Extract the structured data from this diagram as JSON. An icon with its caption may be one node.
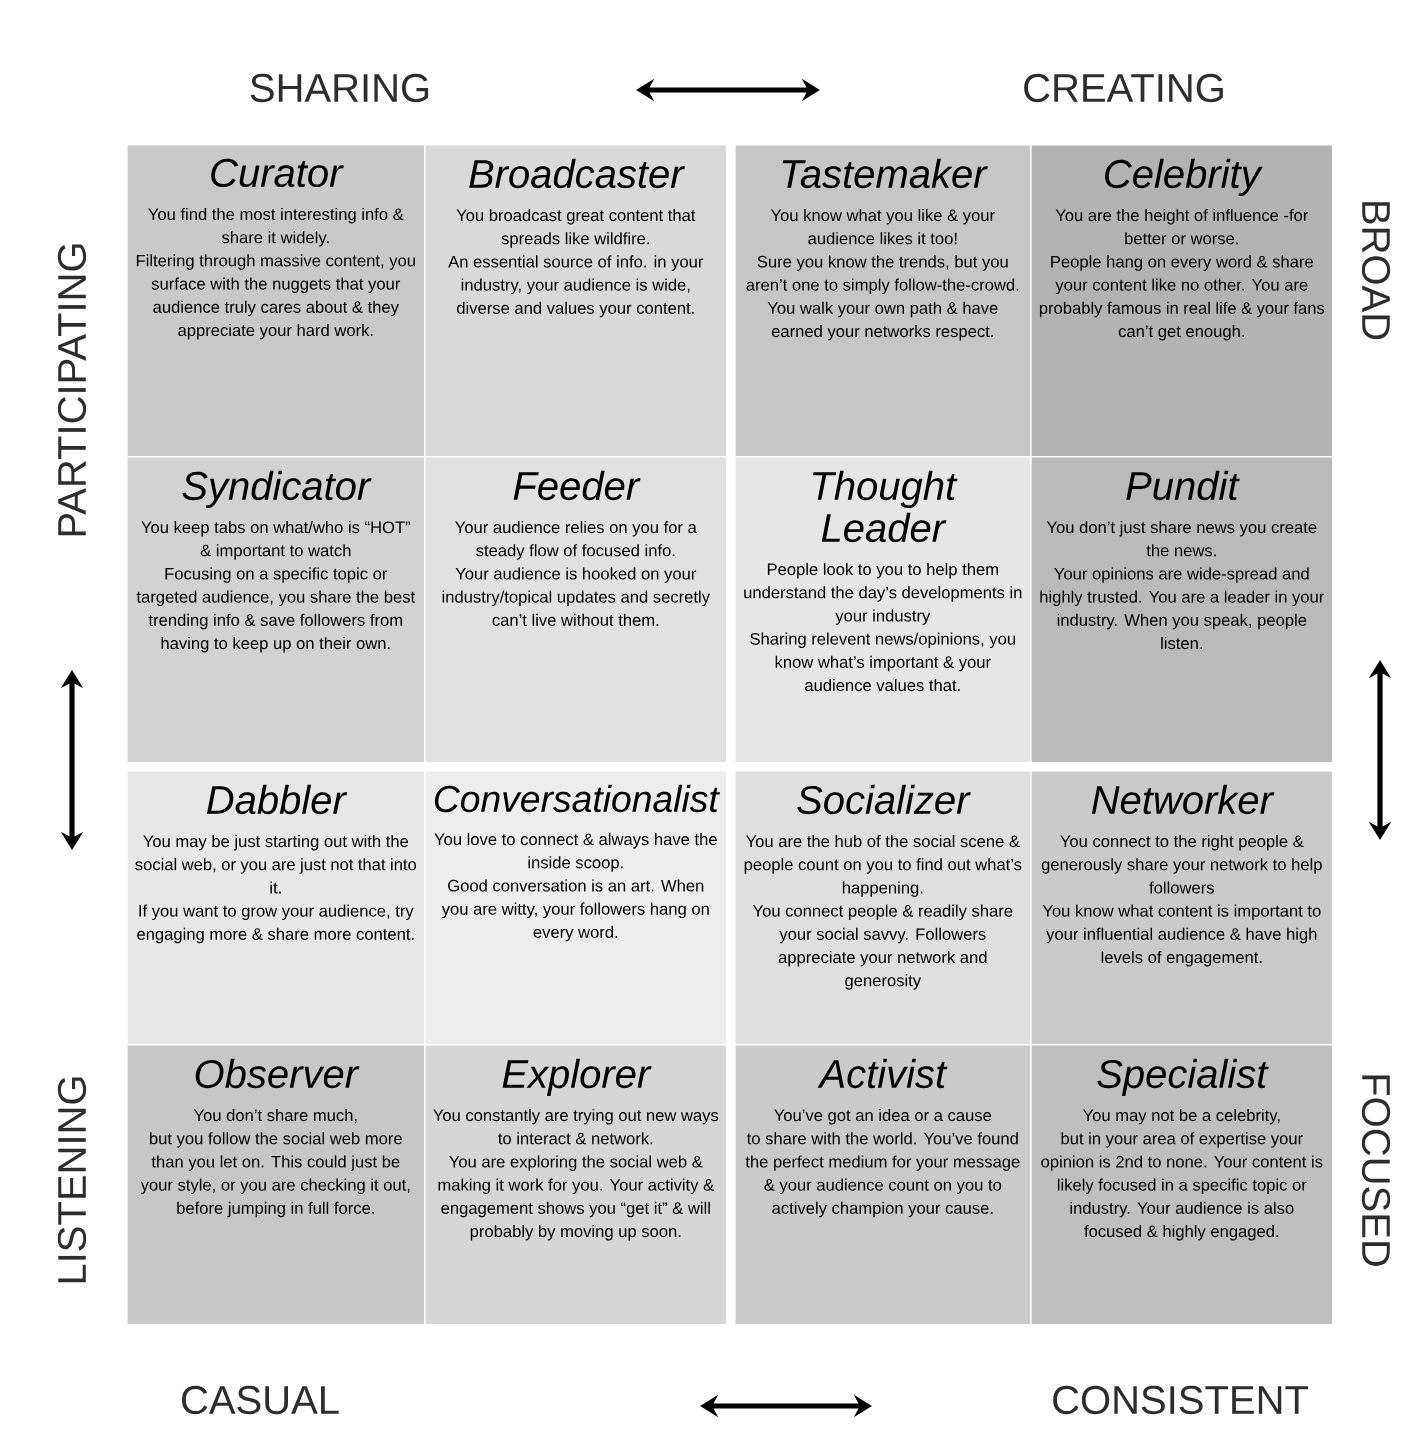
{
  "diagram": {
    "nodes": [
      {
        "text": [
          "SHARING"
        ]
      },
      {
        "text": [
          "CREATING"
        ]
      },
      {
        "text": [
          "PARTICIPATING"
        ]
      },
      {
        "text": [
          "BROAD"
        ]
      },
      {
        "text": [
          "LISTENING"
        ]
      },
      {
        "text": [
          "FOCUSED"
        ]
      },
      {
        "text": [
          "CASUAL"
        ]
      },
      {
        "text": [
          "CONSISTENT"
        ]
      },
      {
        "text": [
          "Curator",
          "You find the most interesting info & share it widely.",
          "Filtering through massive content, you surface with the nuggets that your audience truly cares about & they appreciate your hard work."
        ]
      },
      {
        "text": [
          "Broadcaster",
          "You broadcast great content that spreads like wildfire.",
          "An essential source of info. in your industry, your audience is wide, diverse and values your content."
        ]
      },
      {
        "text": [
          "Tastemaker",
          "You know what you like & your audience likes it too!",
          "Sure you know the trends, but you aren’t one to simply follow-the-crowd. You walk your own path & have earned your networks respect."
        ]
      },
      {
        "text": [
          "Celebrity",
          "You are the height of influence -for better or worse.",
          "People hang on every word & share your content like no other. You are probably famous in real life & your fans can’t get enough."
        ]
      },
      {
        "text": [
          "Syndicator",
          "You keep tabs on what/who is “HOT” & important to watch",
          "Focusing on a specific topic or targeted audience, you share the best trending info & save followers from having to keep up on their own."
        ]
      },
      {
        "text": [
          "Feeder",
          "Your audience relies on you for a steady flow of focused info.",
          "Your audience is hooked on your industry/topical updates and secretly can’t live without them."
        ]
      },
      {
        "text": [
          "Thought Leader",
          "People look to you to help them understand the day’s developments in your industry",
          "Sharing relevent news/opinions, you know what’s important & your audience values that."
        ]
      },
      {
        "text": [
          "Pundit",
          "You don’t just share news you create the news.",
          "Your opinions are wide-spread and highly trusted. You are a leader in your industry. When you speak, people listen."
        ]
      },
      {
        "text": [
          "Dabbler",
          "You may be just starting out with the social web, or you are just not that into it.",
          "If you want to grow your audience, try engaging more & share more content."
        ]
      },
      {
        "text": [
          "Conversationalist",
          "You love to connect & always have the inside scoop.",
          "Good conversation is an art. When you are witty, your followers hang on every word."
        ]
      },
      {
        "text": [
          "Socializer",
          "You are the hub of the social scene & people count on you to find out what’s happening.",
          "You connect people & readily share your social savvy. Followers appreciate your network and generosity"
        ]
      },
      {
        "text": [
          "Networker",
          "You connect to the right people & generously share your network to help followers",
          "You know what content is important to your influential audience & have high levels of engagement."
        ]
      },
      {
        "text": [
          "Observer",
          "You don’t share much,",
          "but you follow the social web more than you let on. This could just be your style, or you are checking it out, before jumping in full force."
        ]
      },
      {
        "text": [
          "Explorer",
          "You constantly are trying out new ways to interact & network.",
          "You are exploring the social web & making it work for you. Your activity & engagement shows you “get it” & will probably by moving up soon."
        ]
      },
      {
        "text": [
          "Activist",
          "You’ve got an idea or a cause",
          "to share with the world. You’ve found the perfect medium for your message & your audience count on you to actively champion your cause."
        ]
      },
      {
        "text": [
          "Specialist",
          "You may not be a celebrity,",
          "but in your area of expertise your opinion is 2nd to none. Your content is likely focused in a specific topic or industry. Your audience is also focused & highly engaged."
        ]
      }
    ]
  }
}
